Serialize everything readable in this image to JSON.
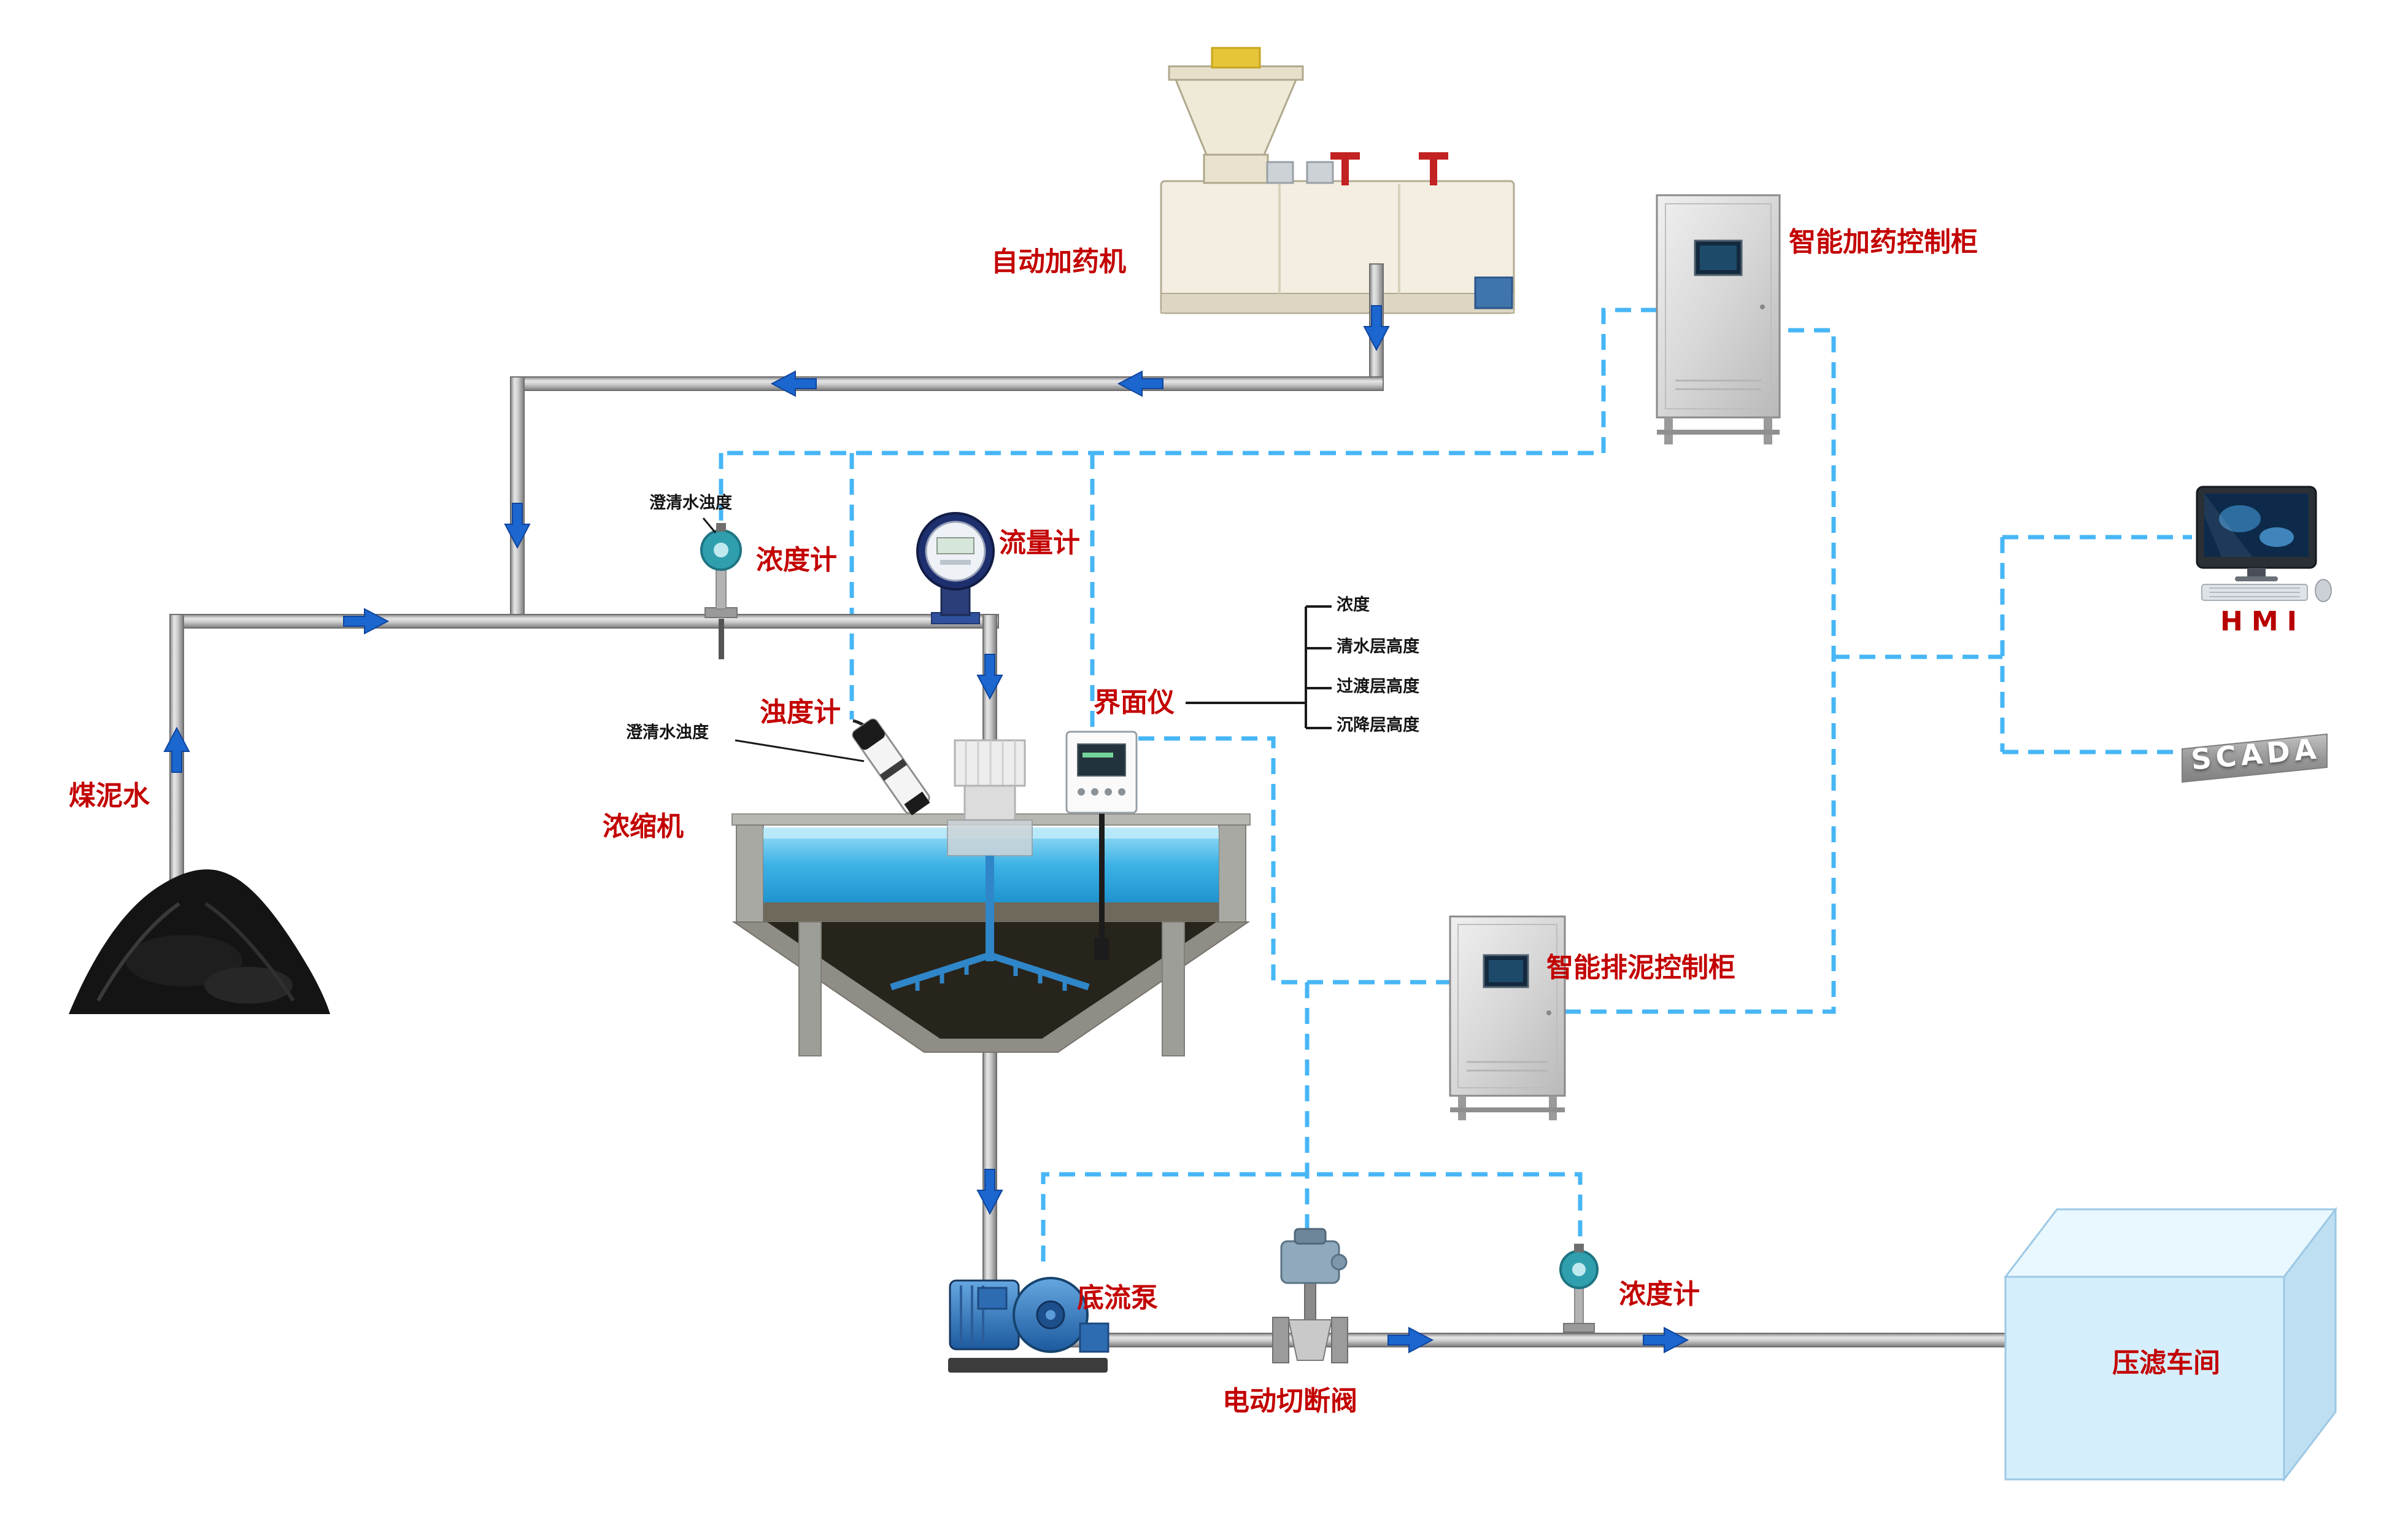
{
  "labels": {
    "dosing_machine": "自动加药机",
    "dosing_cabinet": "智能加药控制柜",
    "hmi": "HMI",
    "scada": "SCADA",
    "coal_slurry_water": "煤泥水",
    "clarified_water_turbidity_top": "澄清水浊度",
    "concentration_meter_top": "浓度计",
    "flow_meter": "流量计",
    "turbidity_meter": "浊度计",
    "clarified_water_turbidity_side": "澄清水浊度",
    "interface_meter": "界面仪",
    "thickener": "浓缩机",
    "sludge_cabinet": "智能排泥控制柜",
    "underflow_pump": "底流泵",
    "electric_shutoff_valve": "电动切断阀",
    "concentration_meter_bottom": "浓度计",
    "filter_press_workshop": "压滤车间"
  },
  "interface_params": [
    "浓度",
    "清水层高度",
    "过渡层高度",
    "沉降层高度"
  ],
  "colors": {
    "label_red": "#c30000",
    "signal_line_blue": "#47b6f5",
    "flow_arrow_blue": "#1b66cf",
    "water_blue": "#3db2e6",
    "pipe_gray": "#cdcdcd",
    "building_blue": "#d5eefb"
  }
}
